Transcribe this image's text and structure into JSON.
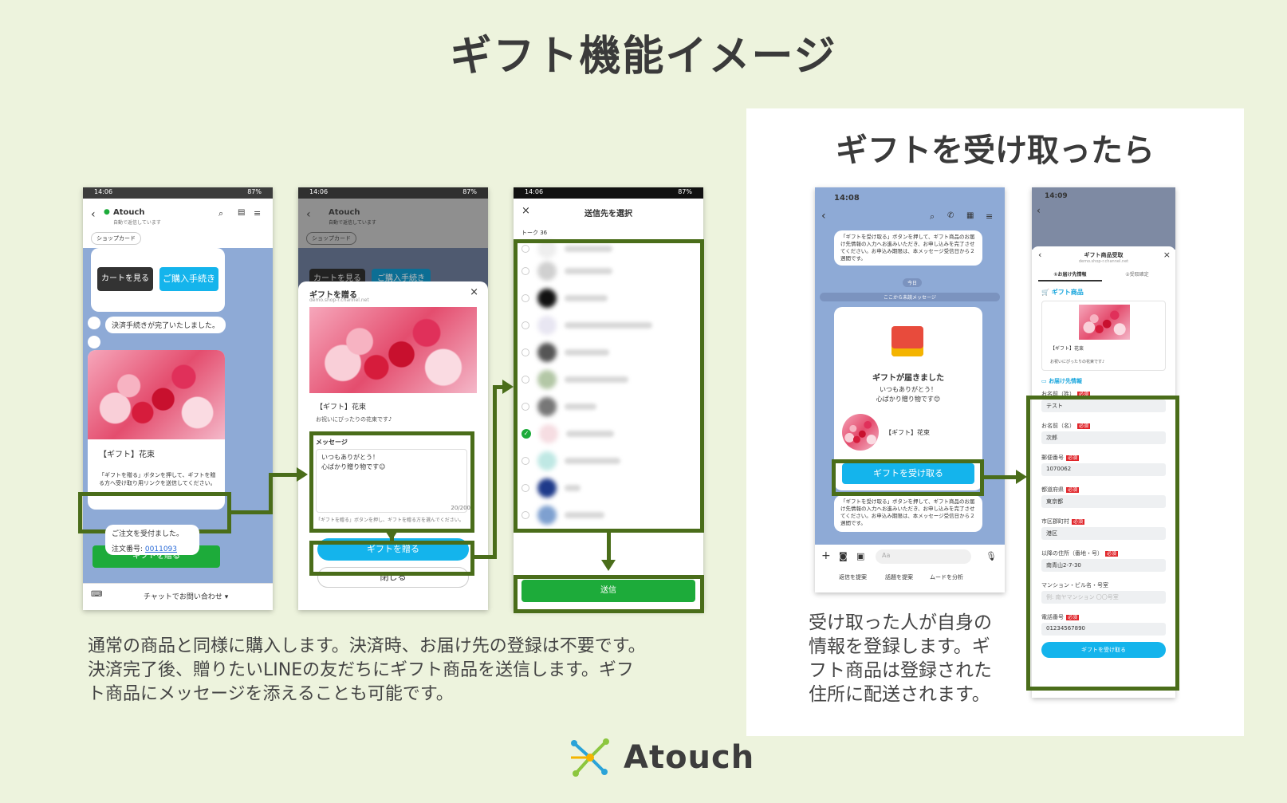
{
  "title": "ギフト機能イメージ",
  "right_title": "ギフトを受け取ったら",
  "left_desc": [
    "通常の商品と同様に購入します。決済時、お届け先の登録は不要です。",
    "決済完了後、贈りたいLINEの友だちにギフト商品を送信します。ギフ",
    "ト商品にメッセージを添えることも可能です。"
  ],
  "right_desc": [
    "受け取った人が自身の",
    "情報を登録します。ギ",
    "フト商品は登録された",
    "住所に配送されます。"
  ],
  "logo_text": "Atouch",
  "phone1": {
    "status_time": "14:06",
    "status_batt": "87%",
    "account": "Atouch",
    "account_sub": "自動で返信しています",
    "shop_card": "ショップカード",
    "cart_btn": "カートを見る",
    "checkout_btn": "ご購入手続き",
    "paid_msg": "決済手続きが完了いたしました。",
    "product": "【ギフト】花束",
    "instruction": "「ギフトを贈る」ボタンを押して、ギフトを贈る方へ受け取り用リンクを送信してください。",
    "gift_btn": "ギフトを贈る",
    "order_msg": "ご注文を受付ました。",
    "order_no_label": "注文番号:",
    "order_no": "0011093",
    "footer": "チャットでお問い合わせ ▾"
  },
  "phone2": {
    "status_time": "14:06",
    "status_batt": "87%",
    "account": "Atouch",
    "account_sub": "自動で返信しています",
    "shop_card": "ショップカード",
    "cart_btn": "カートを見る",
    "checkout_btn": "ご購入手続き",
    "modal_title": "ギフトを贈る",
    "modal_sub": "demo.shop-r.channel.net",
    "product": "【ギフト】花束",
    "product_desc": "お祝いにぴったりの花束です♪",
    "message_label": "メッセージ",
    "message_line1": "いつもありがとう！",
    "message_line2": "心ばかり贈り物です☺",
    "counter": "20/200",
    "hint": "「ギフトを贈る」ボタンを押し、ギフトを贈る方を選んでください。",
    "send_btn": "ギフトを贈る",
    "close_btn": "閉じる"
  },
  "phone3": {
    "status_time": "14:06",
    "status_batt": "87%",
    "header": "送信先を選択",
    "talk_label": "トーク 36",
    "send_btn": "送信"
  },
  "phone4": {
    "status_time": "14:08",
    "notice": "「ギフトを受け取る」ボタンを押して、ギフト商品のお届け先情報の入力へお進みいただき、お申し込みを完了させてください。お申込み期限は、本メッセージ受信日から２週間です。",
    "date_pill": "今日",
    "unread": "ここから未読メッセージ",
    "card_title": "ギフトが届きました",
    "card_msg1": "いつもありがとう！",
    "card_msg2": "心ばかり贈り物です😊",
    "product": "【ギフト】花束",
    "receive_btn": "ギフトを受け取る",
    "chips": [
      "返信を提案",
      "話題を提案",
      "ムードを分析"
    ],
    "input_placeholder": "Aa"
  },
  "phone5": {
    "status_time": "14:09",
    "sheet_title": "ギフト商品受取",
    "sheet_sub": "demo.shop-r.channel.net",
    "tab1": "①お届け先情報",
    "tab2": "②受取確定",
    "section_gift": "ギフト商品",
    "product": "【ギフト】花束",
    "product_desc": "お祝いにぴったりの花束です♪",
    "section_addr": "お届け先情報",
    "required": "必須",
    "fields": [
      {
        "label": "お名前（姓）",
        "value": "テスト",
        "req": true
      },
      {
        "label": "お名前（名）",
        "value": "次郎",
        "req": true
      },
      {
        "label": "郵便番号",
        "value": "1070062",
        "req": true
      },
      {
        "label": "都道府県",
        "value": "東京都",
        "req": true
      },
      {
        "label": "市区郡町村",
        "value": "港区",
        "req": true
      },
      {
        "label": "以降の住所（番地・号）",
        "value": "南青山2-7-30",
        "req": true
      },
      {
        "label": "マンション・ビル名・号室",
        "value": "例: 南ヤマンション 〇〇号室",
        "req": false
      },
      {
        "label": "電話番号",
        "value": "01234567890",
        "req": true
      }
    ],
    "submit_btn": "ギフトを受け取る"
  }
}
